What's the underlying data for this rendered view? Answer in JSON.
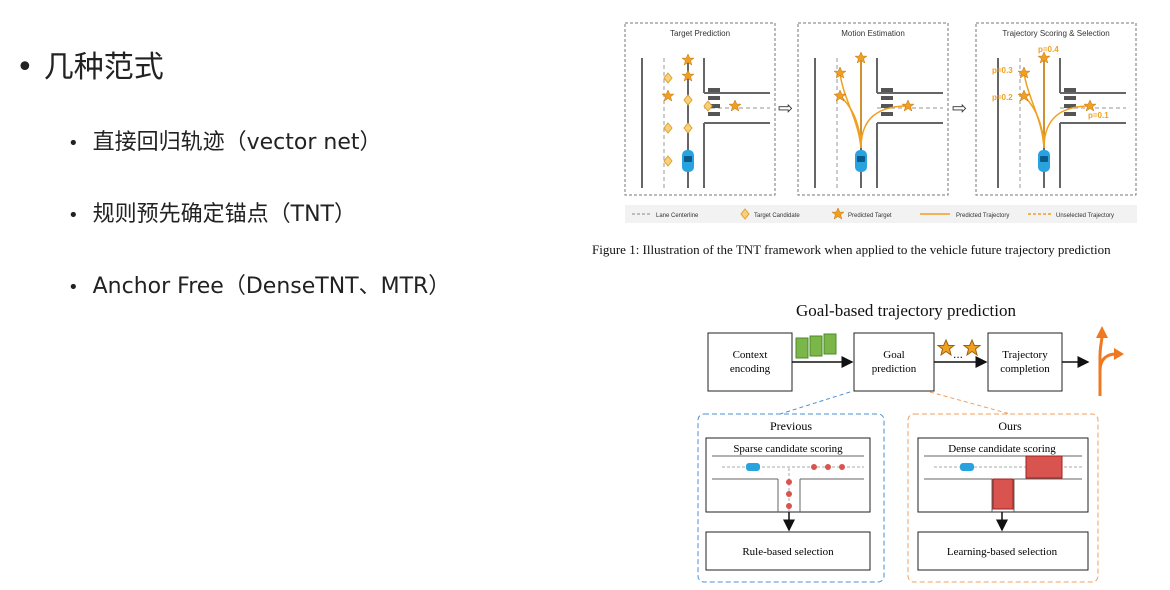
{
  "bullets": {
    "main": "几种范式",
    "subs": [
      "直接回归轨迹（vector net）",
      "规则预先确定锚点（TNT）",
      "Anchor Free（DenseTNT、MTR）"
    ]
  },
  "tnt_figure": {
    "panels": [
      "Target Prediction",
      "Motion Estimation",
      "Trajectory Scoring & Selection"
    ],
    "probabilities": [
      "p=0.4",
      "p=0.3",
      "p=0.2",
      "p=0.1"
    ],
    "legend": [
      "Lane Centerline",
      "Target Candidate",
      "Predicted Target",
      "Predicted Trajectory",
      "Unselected Trajectory"
    ],
    "caption": "Figure 1: Illustration of the TNT framework when applied to the vehicle future trajectory prediction"
  },
  "goal_figure": {
    "title": "Goal-based trajectory prediction",
    "context": [
      "Context",
      "encoding"
    ],
    "goal": [
      "Goal",
      "prediction"
    ],
    "ellipsis": "...",
    "completion": [
      "Trajectory",
      "completion"
    ],
    "previous_label": "Previous",
    "ours_label": "Ours",
    "sparse_label": "Sparse candidate scoring",
    "dense_label": "Dense candidate scoring",
    "rule_label": "Rule-based selection",
    "learning_label": "Learning-based selection"
  },
  "colors": {
    "orange": "#f0a020",
    "blue_dash": "#4a90d9",
    "orange_dash": "#f0a060",
    "green_block": "#7ab648",
    "red_dot": "#d9534f",
    "car": "#29a3e0"
  }
}
